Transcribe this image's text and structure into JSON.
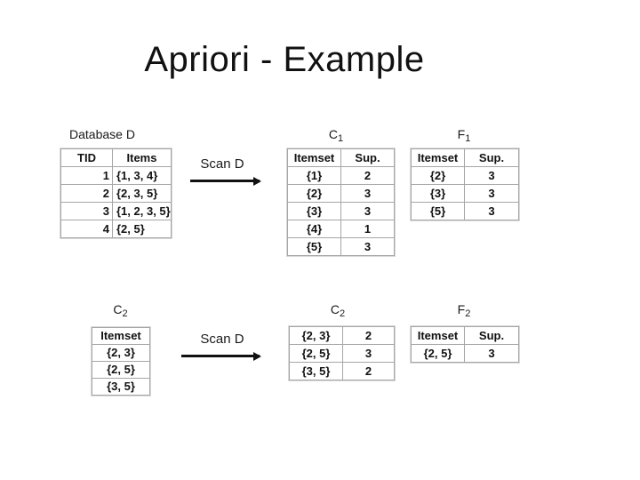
{
  "slide": {
    "title": "Apriori - Example"
  },
  "labels": {
    "database": "Database D",
    "c1": {
      "base": "C",
      "sub": "1"
    },
    "f1": {
      "base": "F",
      "sub": "1"
    },
    "c2_left": {
      "base": "C",
      "sub": "2"
    },
    "c2_mid": {
      "base": "C",
      "sub": "2"
    },
    "f2": {
      "base": "F",
      "sub": "2"
    },
    "scan1": "Scan D",
    "scan2": "Scan D"
  },
  "tables": {
    "database": {
      "headers": [
        "TID",
        "Items"
      ],
      "rows": [
        [
          "1",
          "{1, 3, 4}"
        ],
        [
          "2",
          "{2, 3, 5}"
        ],
        [
          "3",
          "{1, 2, 3, 5}"
        ],
        [
          "4",
          "{2, 5}"
        ]
      ]
    },
    "c1": {
      "headers": [
        "Itemset",
        "Sup."
      ],
      "rows": [
        [
          "{1}",
          "2"
        ],
        [
          "{2}",
          "3"
        ],
        [
          "{3}",
          "3"
        ],
        [
          "{4}",
          "1"
        ],
        [
          "{5}",
          "3"
        ]
      ]
    },
    "f1": {
      "headers": [
        "Itemset",
        "Sup."
      ],
      "rows": [
        [
          "{2}",
          "3"
        ],
        [
          "{3}",
          "3"
        ],
        [
          "{5}",
          "3"
        ]
      ]
    },
    "c2_candidates": {
      "headers": [
        "Itemset"
      ],
      "rows": [
        [
          "{2, 3}"
        ],
        [
          "{2, 5}"
        ],
        [
          "{3, 5}"
        ]
      ]
    },
    "c2_counted": {
      "headers": [],
      "rows": [
        [
          "{2, 3}",
          "2"
        ],
        [
          "{2, 5}",
          "3"
        ],
        [
          "{3, 5}",
          "2"
        ]
      ]
    },
    "f2": {
      "headers": [
        "Itemset",
        "Sup."
      ],
      "rows": [
        [
          "{2, 5}",
          "3"
        ]
      ]
    }
  }
}
